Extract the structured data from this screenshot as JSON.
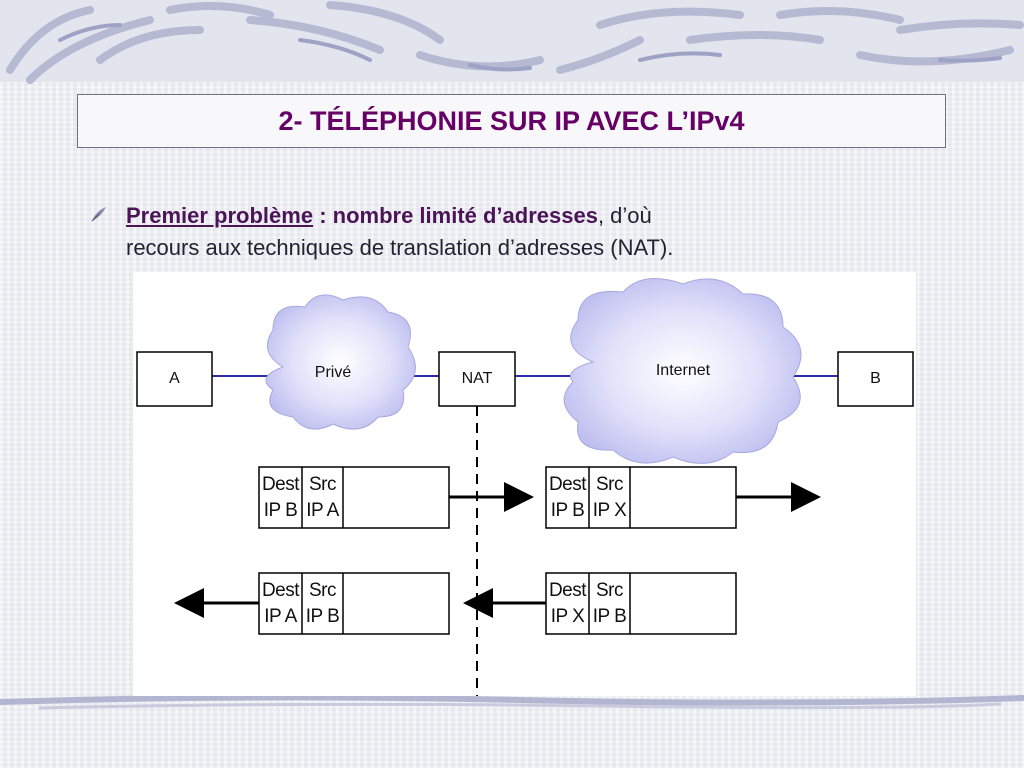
{
  "slide": {
    "title": "2- TÉLÉPHONIE SUR IP AVEC L’IPv4",
    "bullet": {
      "icon": "quill-bullet-icon",
      "lead": "Premier problème",
      "bold_rest": " : nombre limité d’adresses",
      "plain_line1": ", d’où",
      "plain_line2": "recours aux techniques de translation d’adresses (NAT)."
    }
  },
  "diagram": {
    "nodes": {
      "a": "A",
      "b": "B",
      "nat": "NAT"
    },
    "clouds": {
      "private": "Privé",
      "internet": "Internet"
    },
    "packets": {
      "out_left": {
        "dest_label": "Dest",
        "dest_value": "IP B",
        "src_label": "Src",
        "src_value": "IP A"
      },
      "out_right": {
        "dest_label": "Dest",
        "dest_value": "IP B",
        "src_label": "Src",
        "src_value": "IP X"
      },
      "in_left": {
        "dest_label": "Dest",
        "dest_value": "IP A",
        "src_label": "Src",
        "src_value": "IP B"
      },
      "in_right": {
        "dest_label": "Dest",
        "dest_value": "IP X",
        "src_label": "Src",
        "src_value": "IP B"
      }
    }
  },
  "colors": {
    "title": "#660066",
    "link": "#2d2dac",
    "cloud": "#c8c8f4"
  }
}
